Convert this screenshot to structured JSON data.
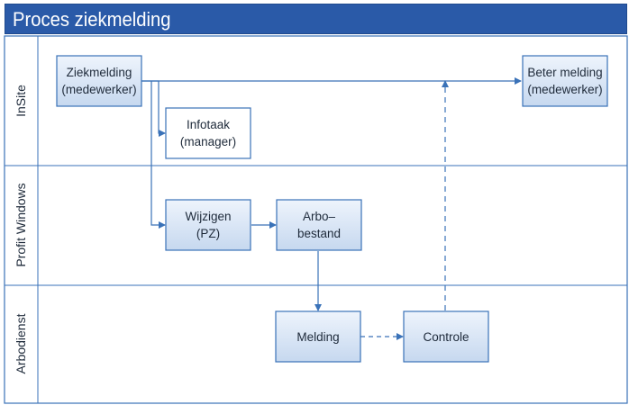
{
  "title": "Proces ziekmelding",
  "lanes": [
    {
      "id": "insite",
      "label": "InSite"
    },
    {
      "id": "profit",
      "label": "Profit Windows"
    },
    {
      "id": "arbo",
      "label": "Arbodienst"
    }
  ],
  "nodes": [
    {
      "id": "ziekmelding",
      "lines": [
        "Ziekmelding",
        "(medewerker)"
      ],
      "style": "filled"
    },
    {
      "id": "infotaak",
      "lines": [
        "Infotaak",
        "(manager)"
      ],
      "style": "plain"
    },
    {
      "id": "beter",
      "lines": [
        "Beter melding",
        "(medewerker)"
      ],
      "style": "filled"
    },
    {
      "id": "wijzigen",
      "lines": [
        "Wijzigen",
        "(PZ)"
      ],
      "style": "filled"
    },
    {
      "id": "arbobestand",
      "lines": [
        "Arbo–",
        "bestand"
      ],
      "style": "filled"
    },
    {
      "id": "melding",
      "lines": [
        "Melding"
      ],
      "style": "filled"
    },
    {
      "id": "controle",
      "lines": [
        "Controle"
      ],
      "style": "filled"
    }
  ],
  "edges": [
    {
      "from": "ziekmelding",
      "to": "beter",
      "style": "solid"
    },
    {
      "from": "ziekmelding",
      "to": "infotaak",
      "style": "solid"
    },
    {
      "from": "ziekmelding",
      "to": "wijzigen",
      "style": "solid"
    },
    {
      "from": "wijzigen",
      "to": "arbobestand",
      "style": "solid"
    },
    {
      "from": "arbobestand",
      "to": "melding",
      "style": "solid"
    },
    {
      "from": "melding",
      "to": "controle",
      "style": "dashed"
    },
    {
      "from": "controle",
      "to": "beter",
      "style": "dashed"
    }
  ],
  "colors": {
    "title_bg": "#2a5aa8",
    "line": "#3a72b8",
    "box_border": "#3a72b8",
    "box_fill_top": "#e8f0fa",
    "box_fill_bottom": "#c9daf0",
    "text": "#1e2a3a"
  }
}
